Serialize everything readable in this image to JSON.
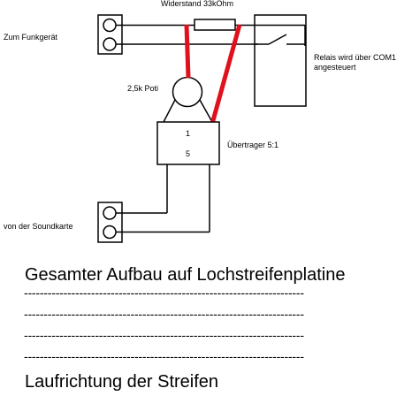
{
  "labels": {
    "resistor": "Widerstand 33kOhm",
    "radio": "Zum Funkgerät",
    "relay_line1": "Relais wird über COM1",
    "relay_line2": "angesteuert",
    "pot": "2,5k Poti",
    "transformer_pin_top": "1",
    "transformer_pin_bottom": "5",
    "transformer": "Übertrager 5:1",
    "soundcard": "von der Soundkarte"
  },
  "captions": {
    "title": "Gesamter Aufbau auf Lochstreifenplatine",
    "dash_line": "-----------------------------------------------------------------------",
    "footer": "Laufrichtung der Streifen"
  },
  "colors": {
    "wire": "#000000",
    "strip_highlight": "#e0101c",
    "background": "#ffffff"
  }
}
